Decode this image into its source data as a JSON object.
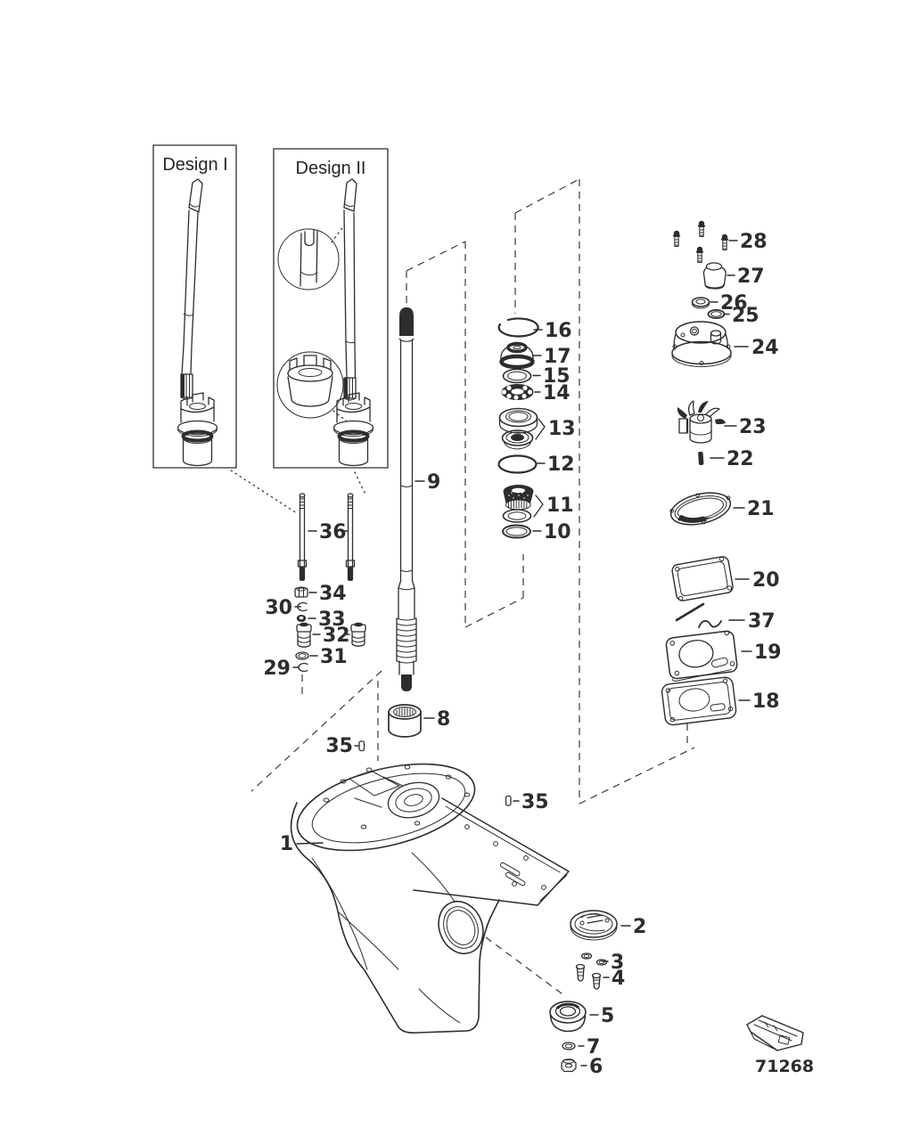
{
  "diagram": {
    "design1_label": "Design I",
    "design2_label": "Design II",
    "drawing_number": "71268"
  },
  "callouts": {
    "p1": "1",
    "p2": "2",
    "p3": "3",
    "p4": "4",
    "p5": "5",
    "p6": "6",
    "p7": "7",
    "p8": "8",
    "p9": "9",
    "p10": "10",
    "p11": "11",
    "p12": "12",
    "p13": "13",
    "p14": "14",
    "p15": "15",
    "p16": "16",
    "p17": "17",
    "p18": "18",
    "p19": "19",
    "p20": "20",
    "p21": "21",
    "p22": "22",
    "p23": "23",
    "p24": "24",
    "p25": "25",
    "p26": "26",
    "p27": "27",
    "p28": "28",
    "p29": "29",
    "p30": "30",
    "p31": "31",
    "p32": "32",
    "p33": "33",
    "p34": "34",
    "p35": "35",
    "p36": "36",
    "p37": "37"
  }
}
